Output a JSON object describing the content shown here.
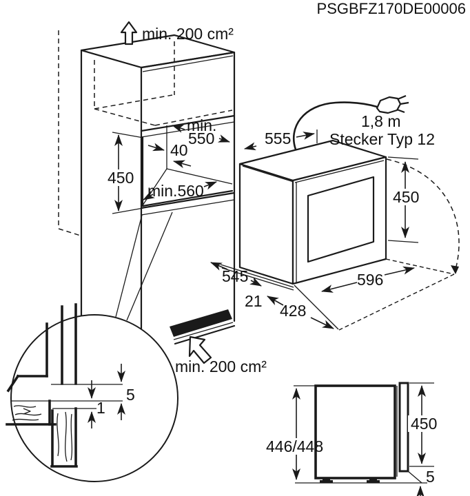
{
  "document": {
    "code": "PSGBFZ170DE00006"
  },
  "colors": {
    "line": "#1a1a1a",
    "background": "#ffffff"
  },
  "ventilation": {
    "top_label": "min. 200 cm²",
    "bottom_label": "min. 200 cm²"
  },
  "niche": {
    "width_label_line1": "min.",
    "width_label_line2": "550",
    "rear_gap": "40",
    "height": "450",
    "depth": "min.560"
  },
  "appliance": {
    "top_depth": "555",
    "front_height": "450",
    "width": "596",
    "install_depth": "545",
    "door_lip": "21",
    "door_open_depth": "428"
  },
  "power": {
    "cable_length": "1,8 m",
    "plug_label": "Stecker Typ 12"
  },
  "detail_circle": {
    "gap_upper": "5",
    "gap_lower": "1"
  },
  "side_view": {
    "depth": "446/448",
    "height": "450",
    "bottom_lip": "5"
  }
}
